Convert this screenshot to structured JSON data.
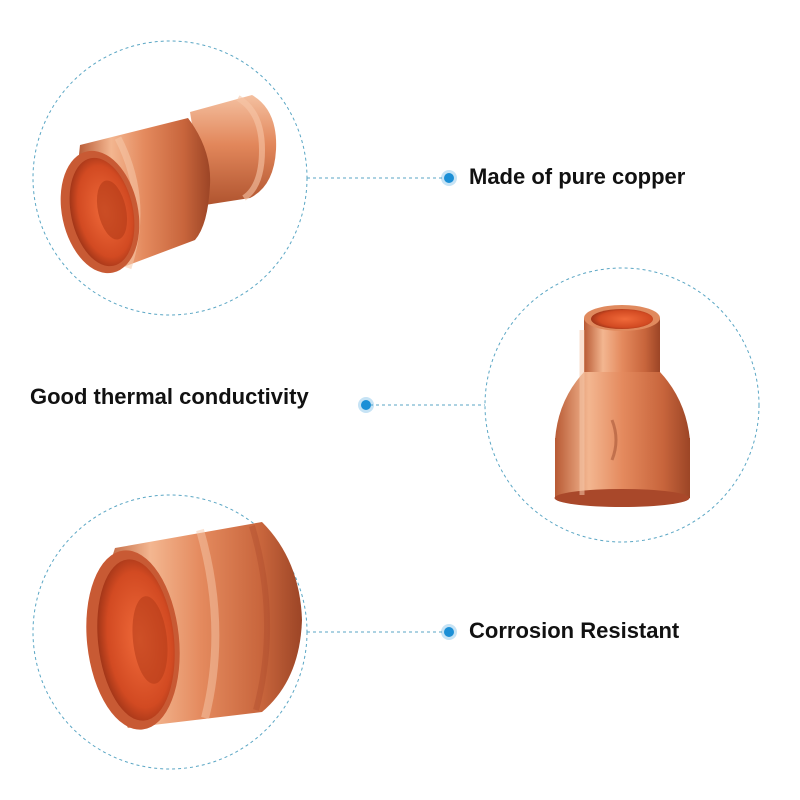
{
  "features": [
    {
      "label": "Made of pure copper"
    },
    {
      "label": "Good thermal conductivity"
    },
    {
      "label": "Corrosion Resistant"
    }
  ],
  "colors": {
    "accent_dot": "#1b8fd6",
    "dashed_line": "#5aa6c4",
    "copper_light": "#f2b48c",
    "copper_mid": "#e07a4c",
    "copper_dark": "#a9482a",
    "copper_inner": "#c8401e"
  }
}
